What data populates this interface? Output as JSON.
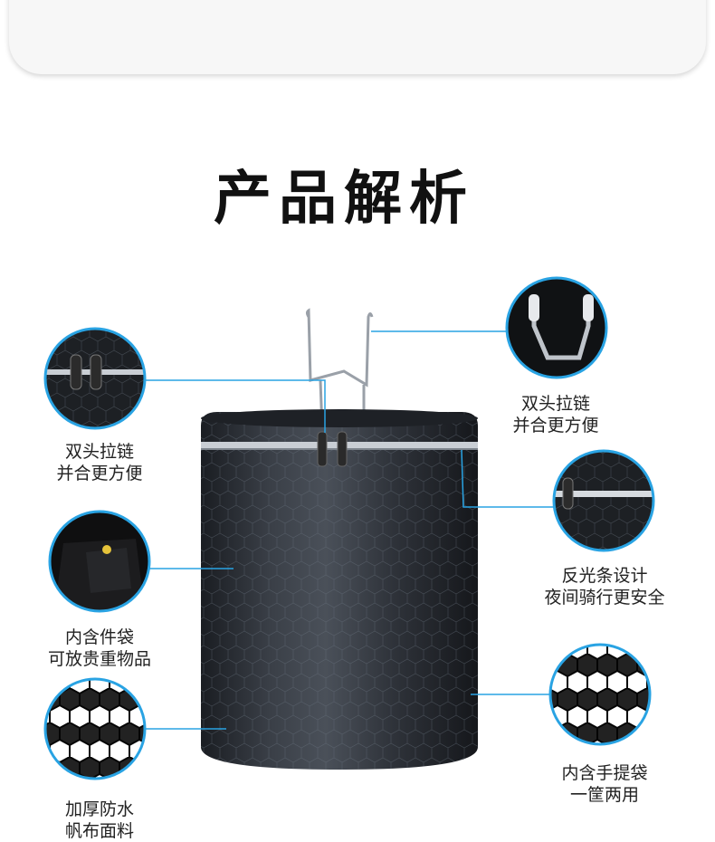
{
  "title": "产品解析",
  "features": [
    {
      "line1": "双头拉链",
      "line2": "并合更方便"
    },
    {
      "line1": "内含件袋",
      "line2": "可放贵重物品"
    },
    {
      "line1": "加厚防水",
      "line2": "帆布面料"
    },
    {
      "line1": "双头拉链",
      "line2": "并合更方便"
    },
    {
      "line1": "反光条设计",
      "line2": "夜间骑行更安全"
    },
    {
      "line1": "内含手提袋",
      "line2": "一筐两用"
    }
  ],
  "colors": {
    "accent": "#29a3e3",
    "bag": "#2b2f36"
  }
}
